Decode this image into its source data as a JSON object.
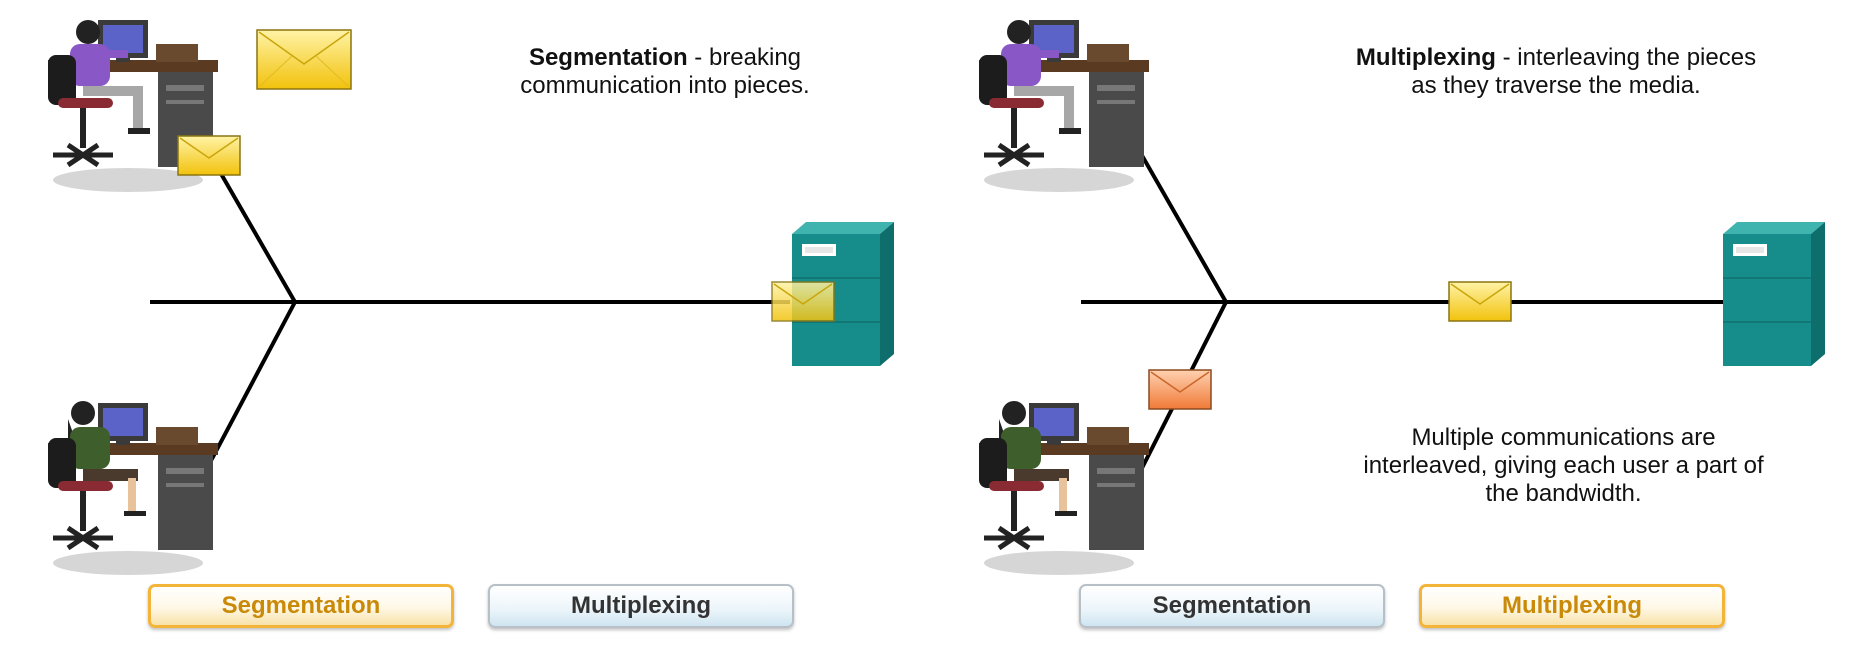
{
  "colors": {
    "active_tab_text": "#c98a0a",
    "active_tab_border": "#f3b43a",
    "inactive_tab_text": "#333333",
    "server": "#168d8a",
    "envelope_yellow": "#f2cc18",
    "envelope_orange": "#f28a4e",
    "link": "#000000"
  },
  "panels": [
    {
      "caption_bold": "Segmentation",
      "caption_rest": " - breaking",
      "caption_line2": "communication into pieces.",
      "tabs": [
        {
          "label": "Segmentation",
          "state": "active"
        },
        {
          "label": "Multiplexing",
          "state": "inactive"
        }
      ]
    },
    {
      "caption_bold": "Multiplexing",
      "caption_rest": " - interleaving the pieces",
      "caption_line2": "as they traverse the media.",
      "note_line1": "Multiple communications are",
      "note_line2": "interleaved, giving each user a part of",
      "note_line3": "the bandwidth.",
      "tabs": [
        {
          "label": "Segmentation",
          "state": "inactive"
        },
        {
          "label": "Multiplexing",
          "state": "active"
        }
      ]
    }
  ],
  "icons": [
    "user-workstation-icon",
    "server-icon",
    "envelope-icon"
  ]
}
